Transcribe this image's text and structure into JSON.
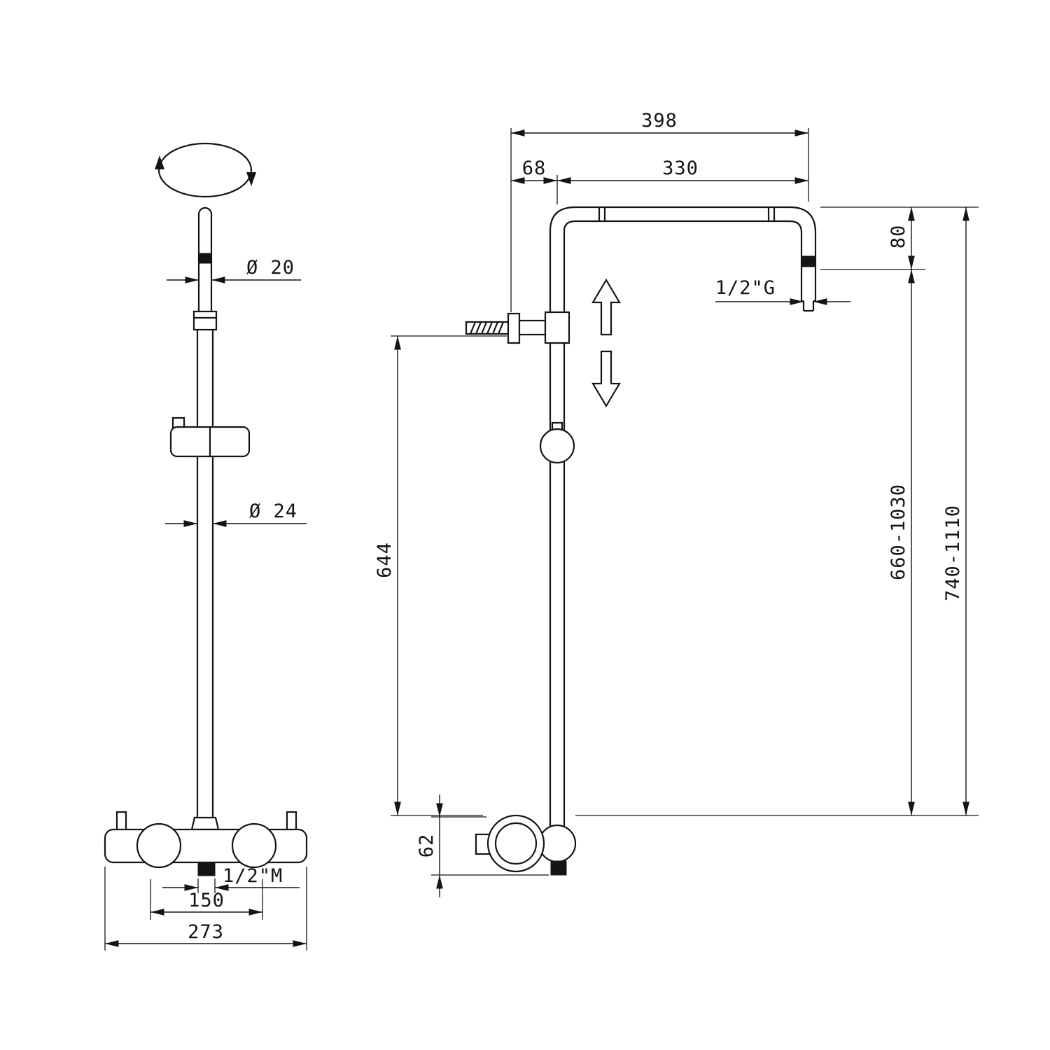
{
  "drawing": {
    "subject": "shower-column-technical-drawing",
    "line_color": "#141414",
    "background_color": "#ffffff"
  },
  "dims": {
    "d398": "398",
    "d68": "68",
    "d330": "330",
    "d80": "80",
    "thread_g": "1/2\"G",
    "d644": "644",
    "d62": "62",
    "range_inner": "660-1030",
    "range_outer": "740-1110",
    "dia20": "Ø 20",
    "dia24": "Ø 24",
    "thread_m": "1/2\"M",
    "d150": "150",
    "d273": "273"
  }
}
